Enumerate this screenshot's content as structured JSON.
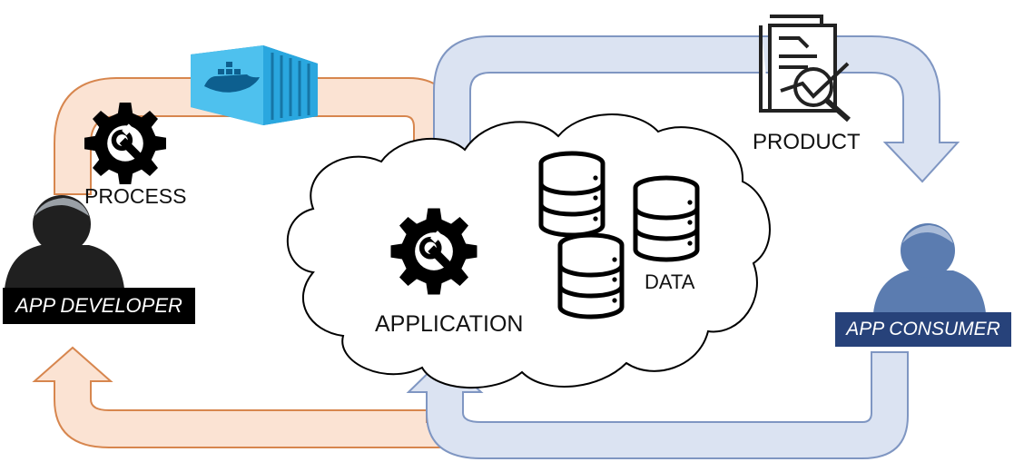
{
  "labels": {
    "process": "PROCESS",
    "application": "APPLICATION",
    "data": "DATA",
    "product": "PRODUCT",
    "app_developer": "APP DEVELOPER",
    "app_consumer": "APP CONSUMER"
  },
  "colors": {
    "developer_flow_fill": "#fbe3d3",
    "developer_flow_stroke": "#d7864e",
    "consumer_flow_fill": "#dbe3f2",
    "consumer_flow_stroke": "#7f96c2",
    "developer_badge": "#000000",
    "consumer_badge": "#27427a",
    "consumer_icon": "#5b7cb0",
    "developer_icon": "#222222",
    "container": "#2aa7df"
  },
  "icons": [
    "gear-wrench-icon",
    "docker-container-icon",
    "database-icon",
    "report-magnifier-icon",
    "user-icon",
    "cloud-shape"
  ]
}
